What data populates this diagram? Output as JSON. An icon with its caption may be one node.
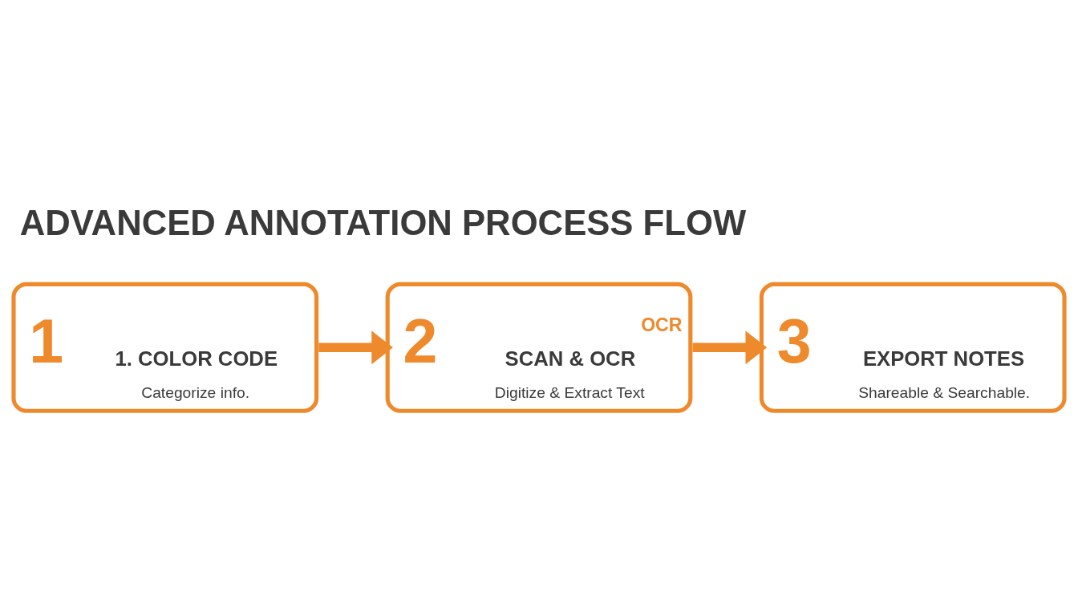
{
  "diagram": {
    "title": "ADVANCED ANNOTATION PROCESS FLOW",
    "nodes": [
      {
        "text": [
          "1",
          "1. COLOR CODE",
          "Categorize info."
        ]
      },
      {
        "text": [
          "2",
          "OCR",
          "SCAN & OCR",
          "Digitize & Extract Text"
        ]
      },
      {
        "text": [
          "3",
          "EXPORT NOTES",
          "Shareable & Searchable."
        ]
      }
    ],
    "edges": [
      {
        "from": 0,
        "to": 1,
        "arrow": "to"
      },
      {
        "from": 1,
        "to": 2,
        "arrow": "to"
      }
    ]
  }
}
